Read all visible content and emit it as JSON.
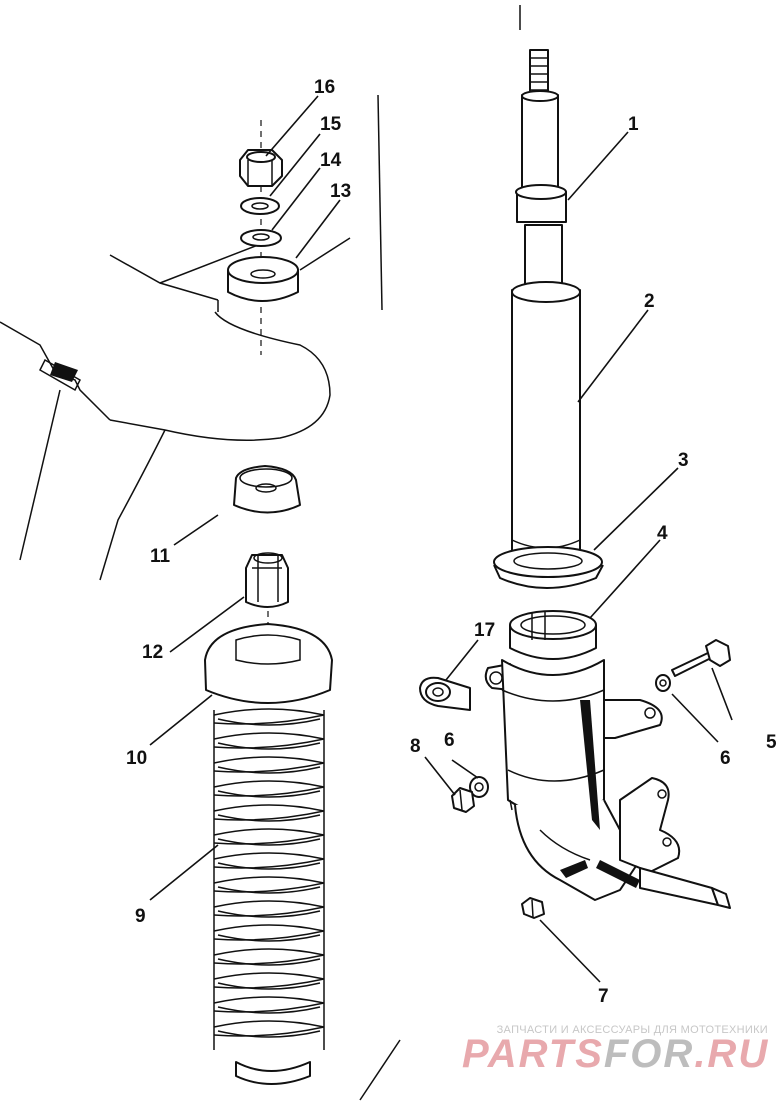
{
  "callouts": {
    "c1": "1",
    "c2": "2",
    "c3": "3",
    "c4": "4",
    "c5": "5",
    "c6a": "6",
    "c6b": "6",
    "c7": "7",
    "c8": "8",
    "c9": "9",
    "c10": "10",
    "c11": "11",
    "c12": "12",
    "c13": "13",
    "c14": "14",
    "c15": "15",
    "c16": "16",
    "c17": "17"
  },
  "watermark": {
    "tagline": "ЗАПЧАСТИ И АКСЕССУАРЫ ДЛЯ МОТОТЕХНИКИ",
    "logo_part1": "PARTS",
    "logo_part2": "FOR",
    "logo_part3": ".RU"
  },
  "colors": {
    "line": "#111111",
    "watermark_red": "#e8a9ad",
    "watermark_gray": "#bdbdbd"
  }
}
